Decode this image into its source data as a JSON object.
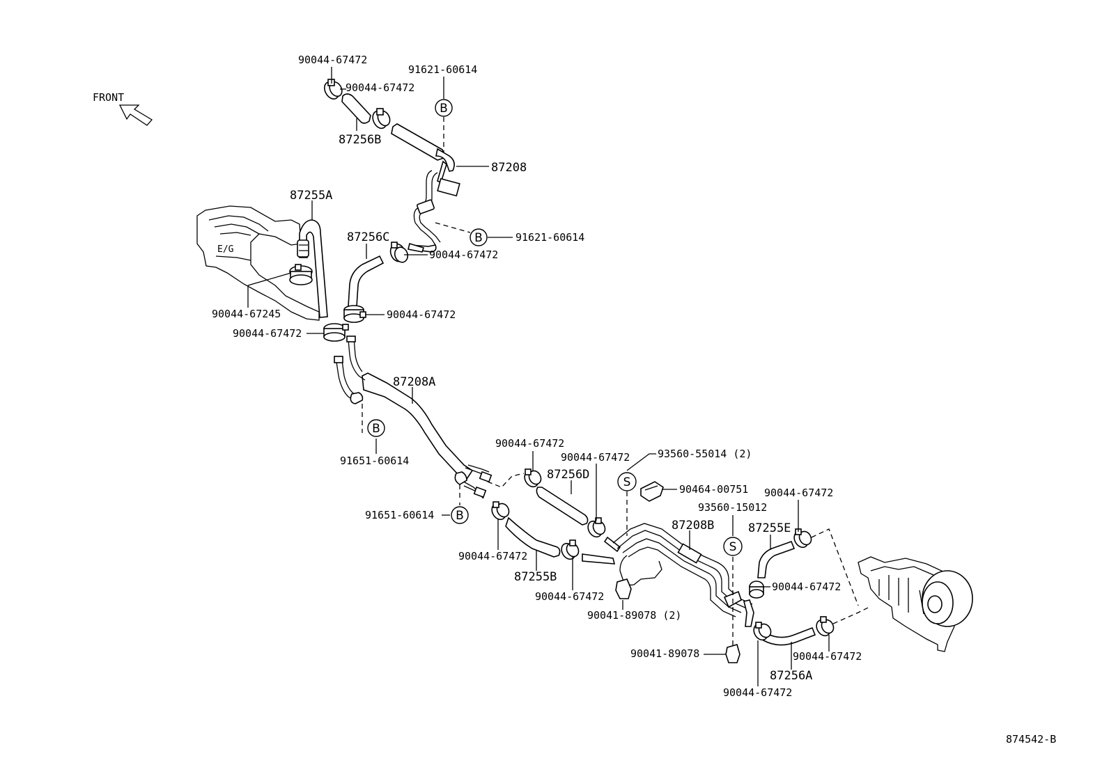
{
  "front_label": "FRONT",
  "engine_label": "E/G",
  "drawing_number": "874542-B",
  "callout_b": "B",
  "callout_s": "S",
  "labels": {
    "c_top_left_clamp": "90044-67472",
    "c_top_clamp2": "90044-67472",
    "bolt_top": "91621-60614",
    "hose_87256B": "87256B",
    "pipe_87208": "87208",
    "hose_87255A": "87255A",
    "hose_87256C": "87256C",
    "bolt_mid": "91621-60614",
    "clamp_c_right": "90044-67472",
    "clamp_67245": "90044-67245",
    "clamp_lower_right": "90044-67472",
    "clamp_lower_left": "90044-67472",
    "pipe_87208A": "87208A",
    "bolt_91651_a": "91651-60614",
    "bolt_91651_b": "91651-60614",
    "clamp_d_left": "90044-67472",
    "hose_87256D": "87256D",
    "clamp_d_right": "90044-67472",
    "screw_93560_55014": "93560-55014 (2)",
    "clip_90464": "90464-00751",
    "screw_93560_15012": "93560-15012",
    "pipe_87208B": "87208B",
    "clamp_e_top": "90044-67472",
    "hose_87255E": "87255E",
    "clamp_e_right": "90044-67472",
    "clamp_b_lower": "90044-67472",
    "hose_87255B": "87255B",
    "clamp_b_under": "90044-67472",
    "clip_90041_2": "90041-89078 (2)",
    "clip_90041": "90041-89078",
    "clamp_a_right": "90044-67472",
    "hose_87256A": "87256A",
    "clamp_a_bottom": "90044-67472"
  }
}
